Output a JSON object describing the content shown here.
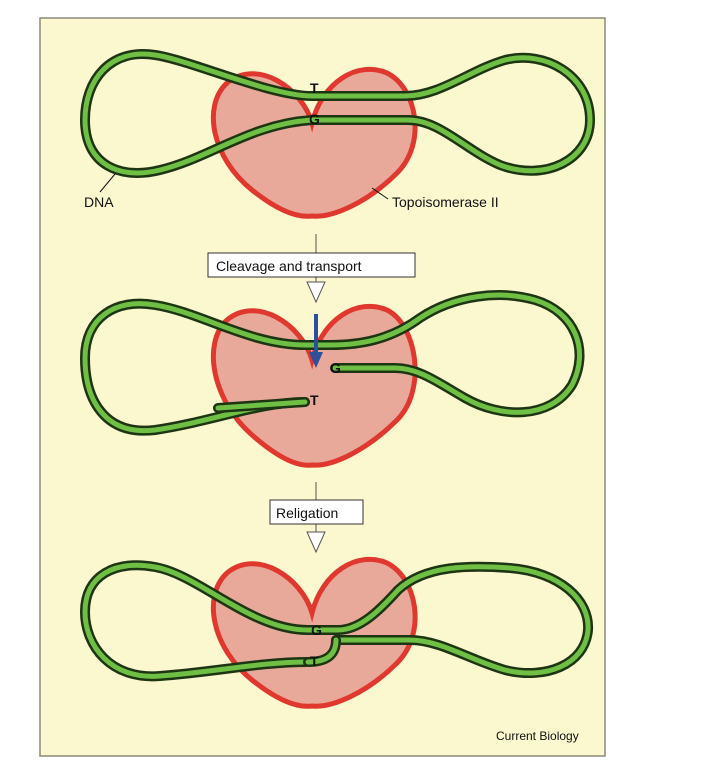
{
  "labels": {
    "dna": "DNA",
    "topoisomerase": "Topoisomerase II",
    "step1": "Cleavage and transport",
    "step2": "Religation",
    "credit": "Current Biology"
  },
  "panels": [
    {
      "upper_letter": "T",
      "lower_letter": "G"
    },
    {
      "upper_letter": "G",
      "lower_letter": "T"
    },
    {
      "upper_letter": "G",
      "lower_letter": "T"
    }
  ],
  "colors": {
    "background": "#fbf7cf",
    "border": "#8a8a7a",
    "enzyme_fill": "#e8a99a",
    "enzyme_stroke": "#e0382e",
    "dna_outer": "#1e3514",
    "dna_inner": "#6fbf45",
    "arrow_blue": "#2e4f9c"
  }
}
